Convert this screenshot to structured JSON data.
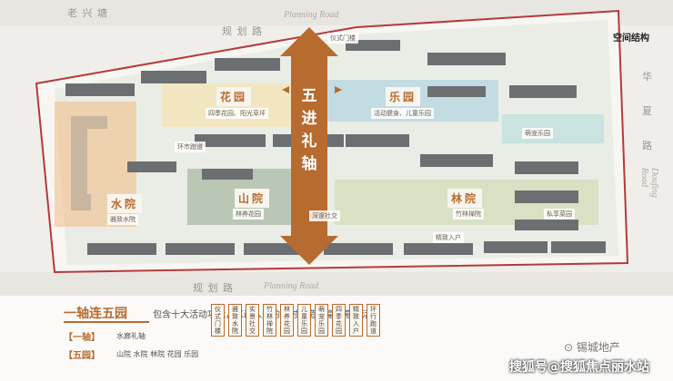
{
  "roads": {
    "top_cn": "规 划 路",
    "top_en": "Planning Road",
    "bottom_cn": "规 划 路",
    "bottom_en": "Planning Road",
    "left_cn": "老 兴 塘",
    "right_cn": "华 夏 路",
    "right_en": "Doufing Road"
  },
  "map": {
    "title": "空间结构",
    "axis": "五进礼轴",
    "zones": [
      {
        "name": "花园",
        "sub": "四季花园、阳光草坪"
      },
      {
        "name": "乐园",
        "sub": "活动健身、儿童乐园"
      },
      {
        "name": "水院",
        "sub": "雅致水院"
      },
      {
        "name": "山院",
        "sub": "林养花园"
      },
      {
        "name": "林院",
        "sub": "竹林禅院"
      }
    ],
    "labels": {
      "gate": "仪式门楼",
      "loop": "环市跑道",
      "kids": "萌宠乐园",
      "private": "私享菜园",
      "courtyard": "深邃社交",
      "entry": "精致入户"
    }
  },
  "legend": {
    "headline": "一轴连五园",
    "desc": "包含十大活动功能，以画入景的同时打造丰富诗意生活",
    "axis_tag": "【一轴】",
    "axis_txt": "水廊礼轴",
    "garden_tag": "【五园】",
    "garden_txt": "山院 水院 林院 花园 乐园",
    "functions": [
      "仪式门楼",
      "雅致水院",
      "实景社交",
      "竹林禅院",
      "林养花园",
      "儿童乐园",
      "萌宠乐园",
      "四季花园",
      "精致入户",
      "环行跑道"
    ]
  },
  "watermark": {
    "brand": "锡城地产",
    "source": "搜狐号@搜狐焦点丽水站"
  }
}
